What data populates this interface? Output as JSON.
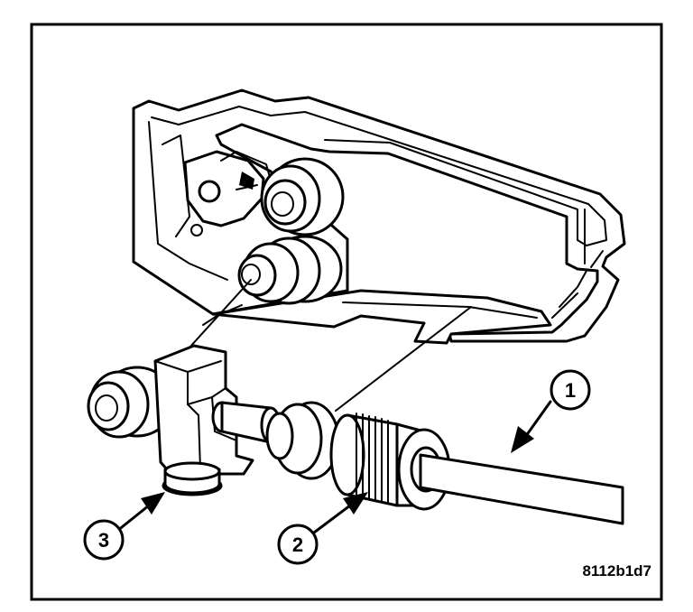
{
  "figure": {
    "id_label": "8112b1d7",
    "border_color": "#000000",
    "background_color": "#ffffff"
  },
  "callouts": [
    {
      "id": "1",
      "label": "1"
    },
    {
      "id": "2",
      "label": "2"
    },
    {
      "id": "3",
      "label": "3"
    }
  ]
}
